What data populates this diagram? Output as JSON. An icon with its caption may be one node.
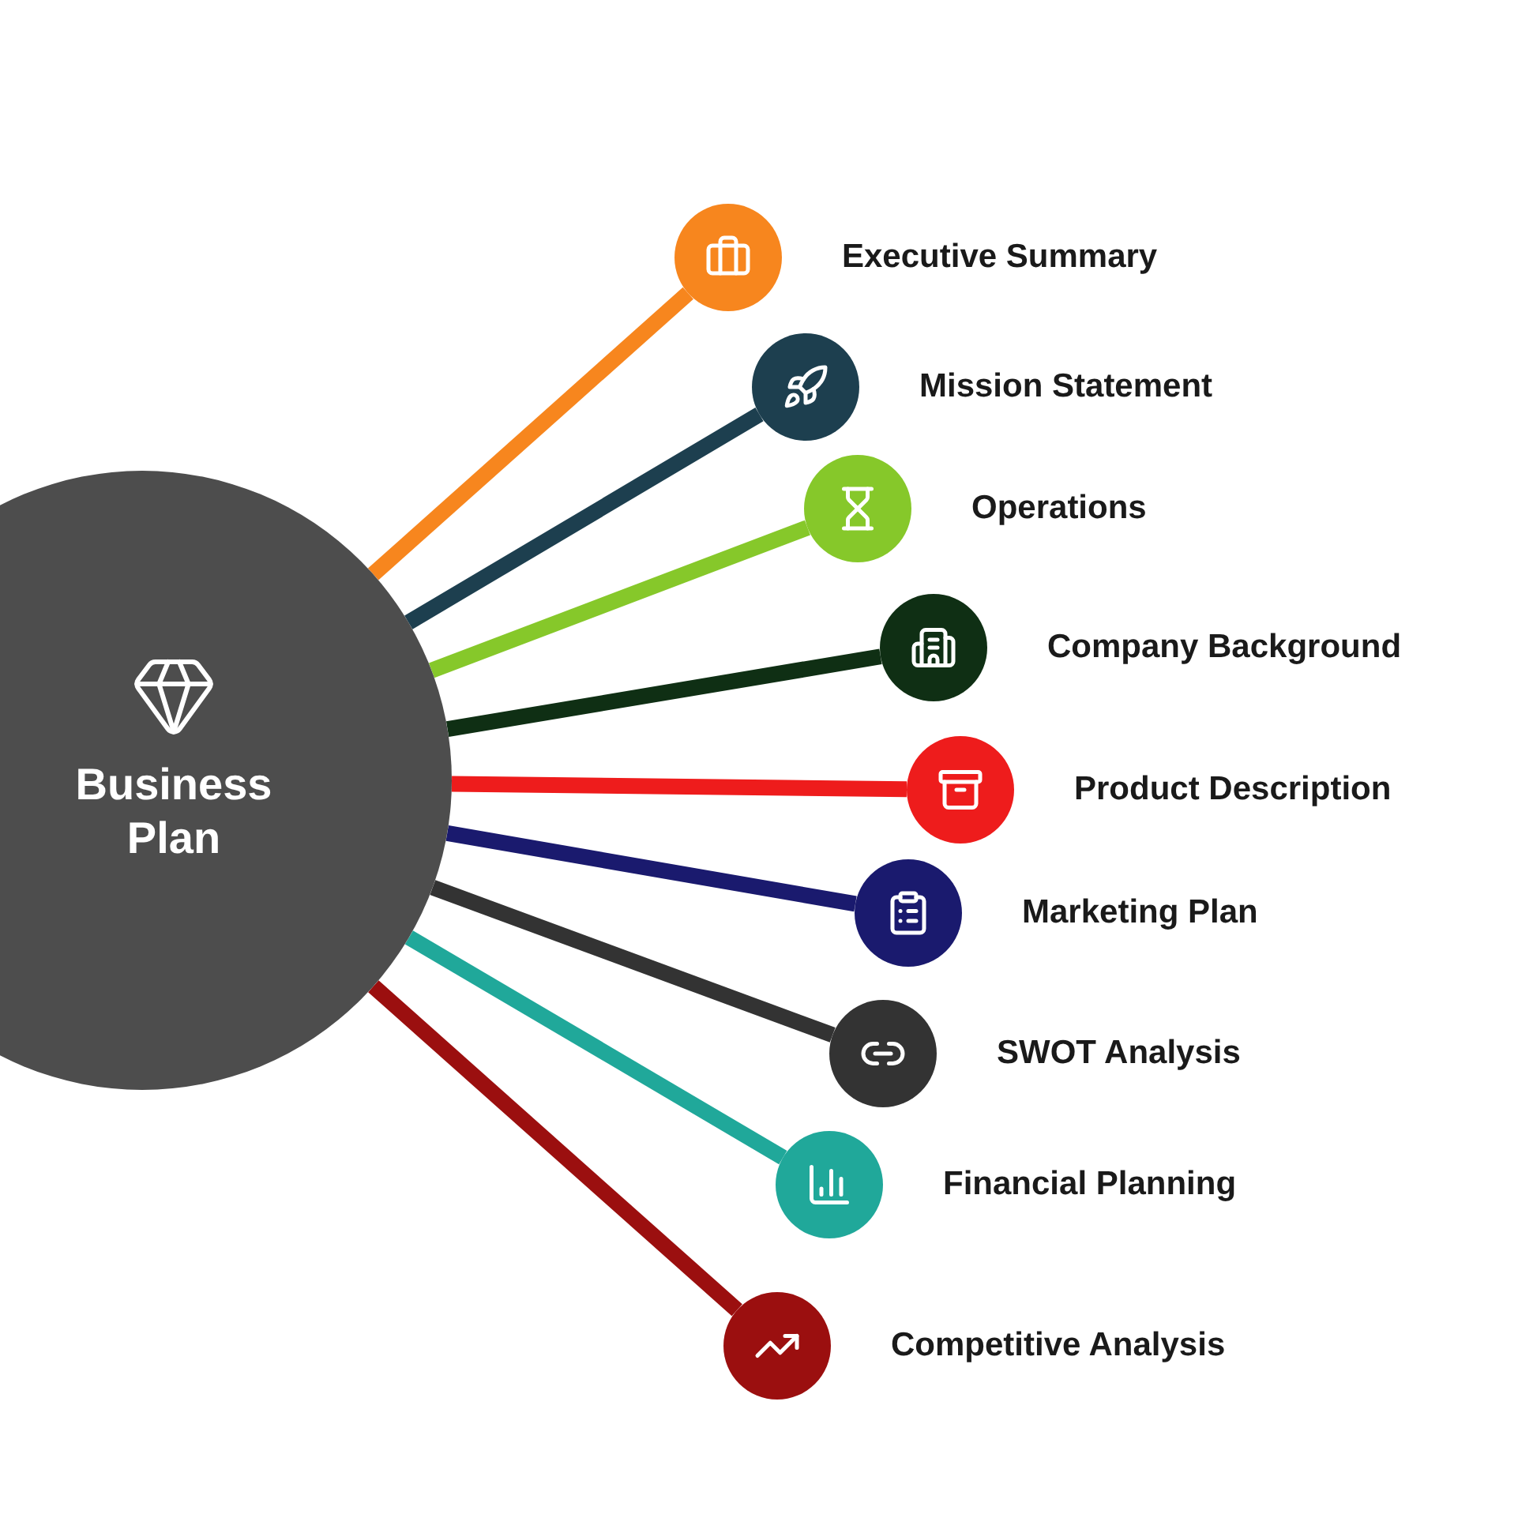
{
  "diagram": {
    "nodes": [
      {
        "text": [
          "Business Plan"
        ]
      },
      {
        "text": [
          "Executive Summary"
        ]
      },
      {
        "text": [
          "Mission Statement"
        ]
      },
      {
        "text": [
          "Operations"
        ]
      },
      {
        "text": [
          "Company Background"
        ]
      },
      {
        "text": [
          "Product Description"
        ]
      },
      {
        "text": [
          "Marketing Plan"
        ]
      },
      {
        "text": [
          "SWOT Analysis"
        ]
      },
      {
        "text": [
          "Financial Planning"
        ]
      },
      {
        "text": [
          "Competitive Analysis"
        ]
      }
    ],
    "edges": [
      {
        "from": 0,
        "to": 1,
        "arrow": "none",
        "color": "#f7861e"
      },
      {
        "from": 0,
        "to": 2,
        "arrow": "none",
        "color": "#1d3f4f"
      },
      {
        "from": 0,
        "to": 3,
        "arrow": "none",
        "color": "#86c82a"
      },
      {
        "from": 0,
        "to": 4,
        "arrow": "none",
        "color": "#0f2f14"
      },
      {
        "from": 0,
        "to": 5,
        "arrow": "none",
        "color": "#ee1c1c"
      },
      {
        "from": 0,
        "to": 6,
        "arrow": "none",
        "color": "#1a1a6e"
      },
      {
        "from": 0,
        "to": 7,
        "arrow": "none",
        "color": "#333333"
      },
      {
        "from": 0,
        "to": 8,
        "arrow": "none",
        "color": "#20a89a"
      },
      {
        "from": 0,
        "to": 9,
        "arrow": "none",
        "color": "#9b0f0f"
      }
    ]
  }
}
